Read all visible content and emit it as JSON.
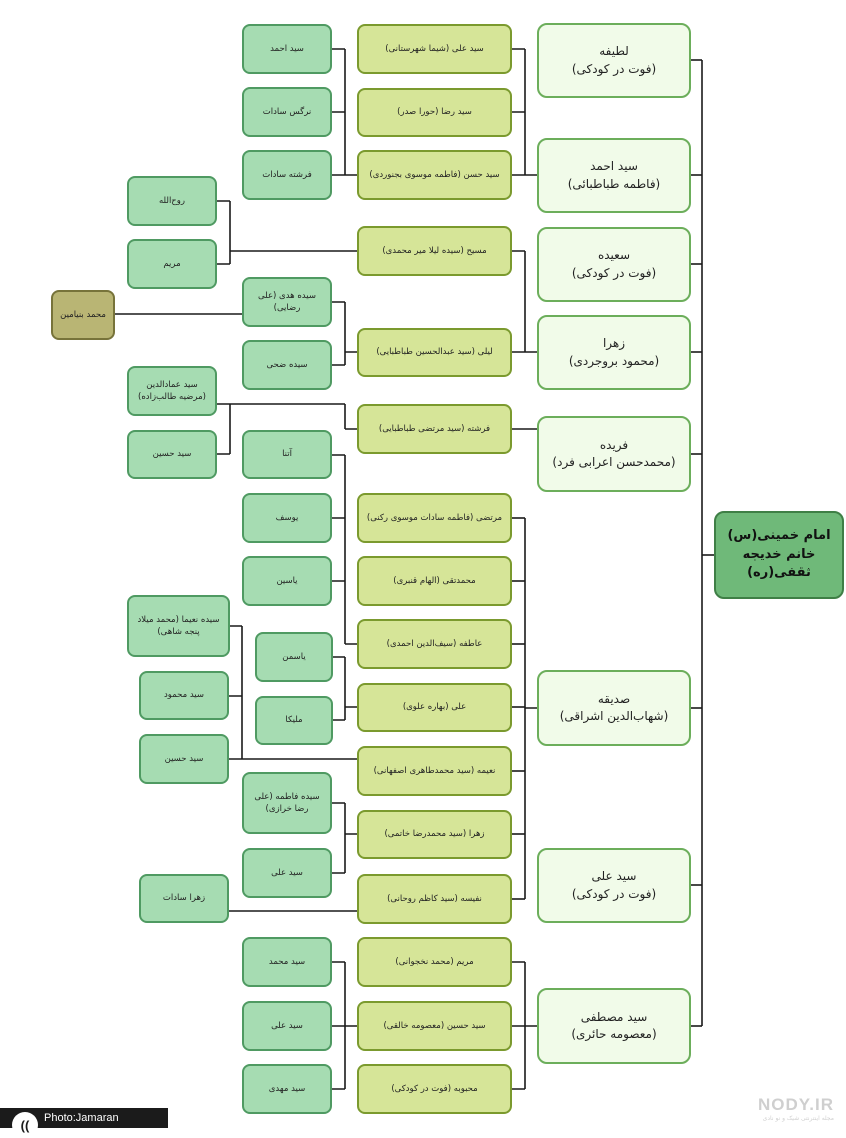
{
  "root": {
    "line1": "امام خمینی(س)",
    "line2": "خانم خدیجه ثقفی(ره)"
  },
  "children": [
    {
      "line1": "لطیفه",
      "line2": "(فوت در کودکی)"
    },
    {
      "line1": "سید احمد",
      "line2": "(فاطمه طباطبائی)"
    },
    {
      "line1": "سعیده",
      "line2": "(فوت در کودکی)"
    },
    {
      "line1": "زهرا",
      "line2": "(محمود بروجردی)"
    },
    {
      "line1": "فریده",
      "line2": "(محمدحسن اعرابی فرد)"
    },
    {
      "line1": "صدیقه",
      "line2": "(شهاب‌الدین اشراقی)"
    },
    {
      "line1": "سید علی",
      "line2": "(فوت در کودکی)"
    },
    {
      "line1": "سید مصطفی",
      "line2": "(معصومه حائری)"
    }
  ],
  "grandchildren": [
    "سید علی (شیما شهرستانی)",
    "سید رضا (حورا صدر)",
    "سید حسن (فاطمه موسوی بجنوردی)",
    "مسیح (سیده لیلا میر محمدی)",
    "لیلی (سید عبدالحسین طباطبایی)",
    "فرشته (سید مرتضی طباطبایی)",
    "مرتضی (فاطمه سادات موسوی رکنی)",
    "محمدتقی (الهام قنبری)",
    "عاطفه (سیف‌الدین احمدی)",
    "علی (بهاره علوی)",
    "نعیمه (سید محمدطاهری اصفهانی)",
    "زهرا (سید محمدرضا خاتمی)",
    "نفیسه (سید کاظم روحانی)",
    "مریم (محمد نخجوانی)",
    "سید حسین (معصومه خالقی)",
    "محبوبه (فوت در کودکی)"
  ],
  "great_grandchildren": [
    "سید احمد",
    "نرگس سادات",
    "فرشته سادات",
    "روح‌الله",
    "مریم",
    "سیده هدی (علی رضایی)",
    "سیده ضحی",
    "سید عمادالدین (مرضیه طالب‌زاده)",
    "سید حسین",
    "آتنا",
    "یوسف",
    "یاسین",
    "سیده نعیما (محمد میلاد پنجه شاهی)",
    "سید محمود",
    "سید حسین",
    "یاسمن",
    "ملیکا",
    "سیده فاطمه (علی رضا خرازی)",
    "سید علی",
    "زهرا سادات",
    "سید محمد",
    "سید علی",
    "سید مهدی"
  ],
  "great_great_grandchildren": [
    "محمد بنیامین"
  ],
  "watermark": {
    "main": "NODY.IR",
    "sub": "مجله اینترنتی شیک و نو نادی"
  },
  "credit": "Photo:Jamaran",
  "colors": {
    "root": "#6fb979",
    "child": "#f1fbe9",
    "spouse": "#d6e598",
    "grand": "#a6dcb2",
    "ggreat": "#b9b574",
    "line": "#1a1a1a"
  }
}
